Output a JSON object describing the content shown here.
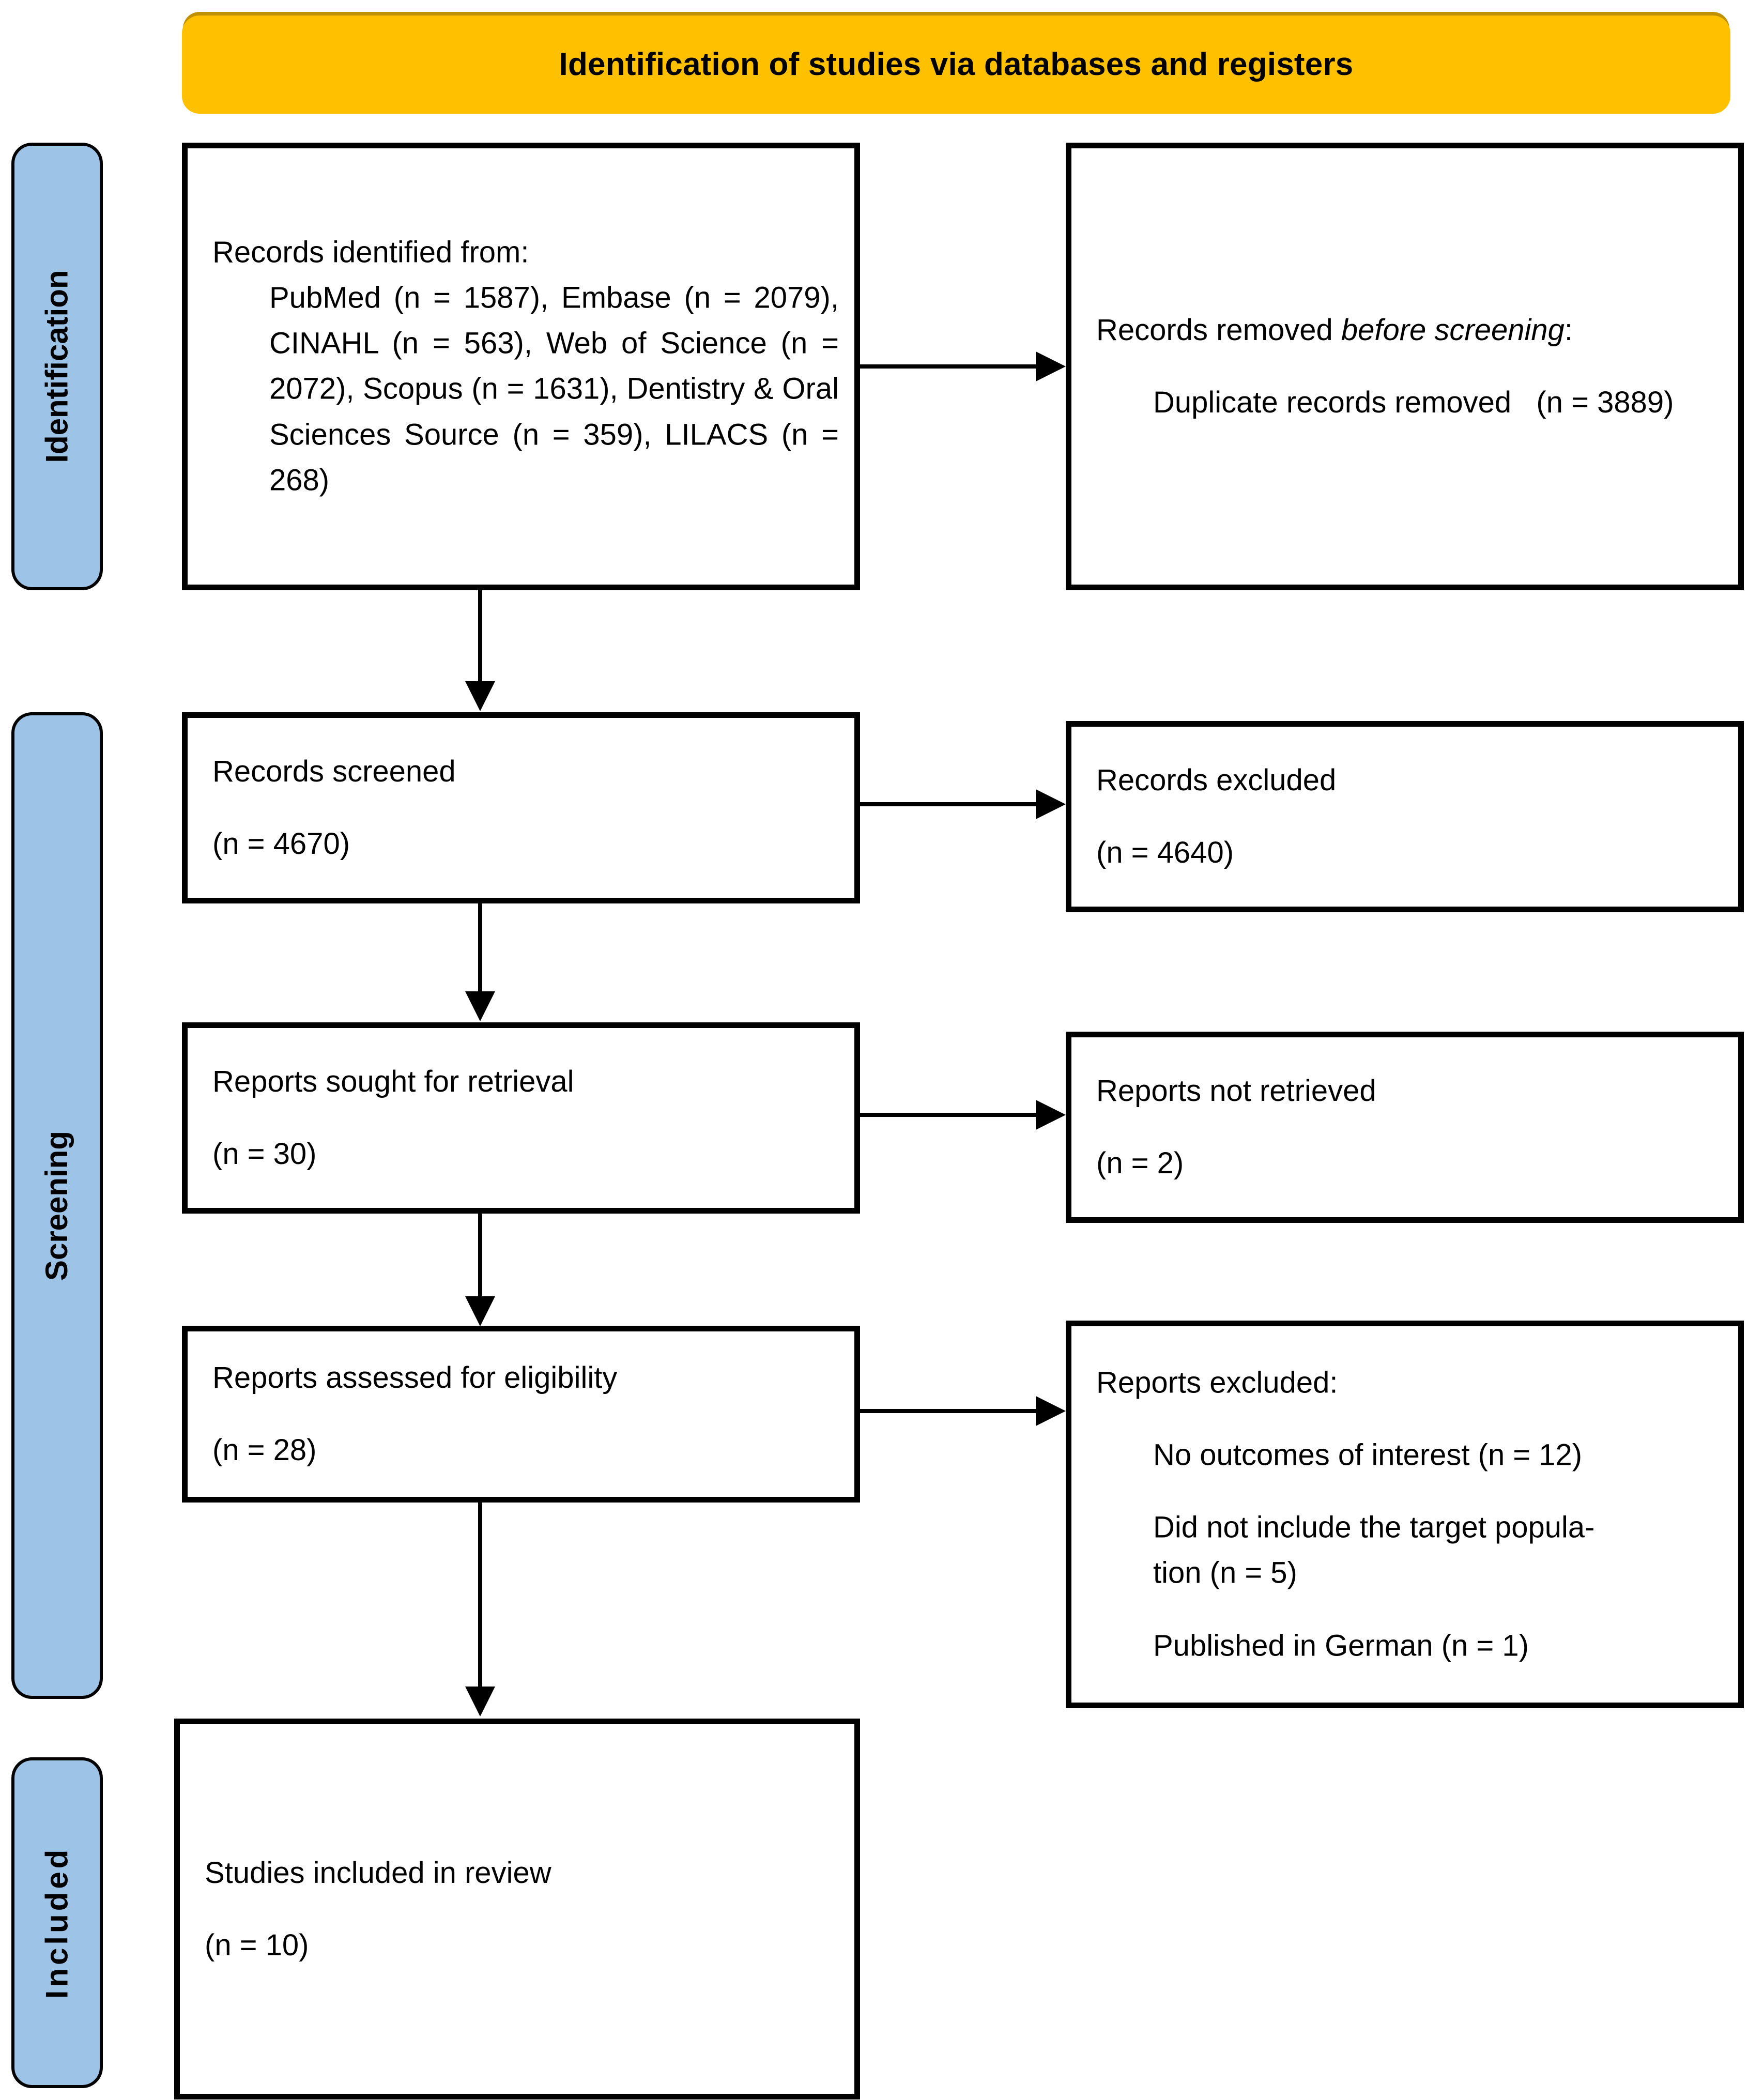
{
  "banner": {
    "title": "Identification of studies via databases and registers"
  },
  "stages": [
    {
      "id": "identification",
      "label": "Identification"
    },
    {
      "id": "screening",
      "label": "Screening"
    },
    {
      "id": "included",
      "label": "Included"
    }
  ],
  "boxes": {
    "identified": {
      "heading": "Records identified from:",
      "detail": "PubMed (n = 1587), Embase (n = 2079), CINAHL (n = 563), Web of Science (n = 2072), Scopus (n = 1631), Dentistry & Oral Sciences Source (n = 359), LILACS (n = 268)"
    },
    "removed": {
      "heading_prefix": "Records removed ",
      "heading_italic": "before screening",
      "heading_suffix": ":",
      "detail": "Duplicate records removed   (n = 3889)"
    },
    "screened": {
      "label": "Records screened",
      "count": "(n = 4670)"
    },
    "excluded": {
      "label": "Records excluded",
      "count": "(n = 4640)"
    },
    "sought": {
      "label": "Reports sought for retrieval",
      "count": "(n = 30)"
    },
    "not_retrieved": {
      "label": "Reports not retrieved",
      "count": "(n = 2)"
    },
    "assessed": {
      "label": "Reports assessed for eligibility",
      "count": "(n = 28)"
    },
    "reports_excluded": {
      "heading": "Reports excluded:",
      "reasons": [
        "No outcomes of interest (n = 12)",
        "Did not include the target popula-",
        "tion (n = 5)",
        "Published in German (n = 1)"
      ]
    },
    "included": {
      "label": "Studies included in review",
      "count": "(n = 10)"
    }
  },
  "colors": {
    "banner_fill": "#FFC000",
    "banner_shade": "#BF9000",
    "stage_fill": "#9DC3E6",
    "box_border": "#000000",
    "text": "#000000"
  }
}
